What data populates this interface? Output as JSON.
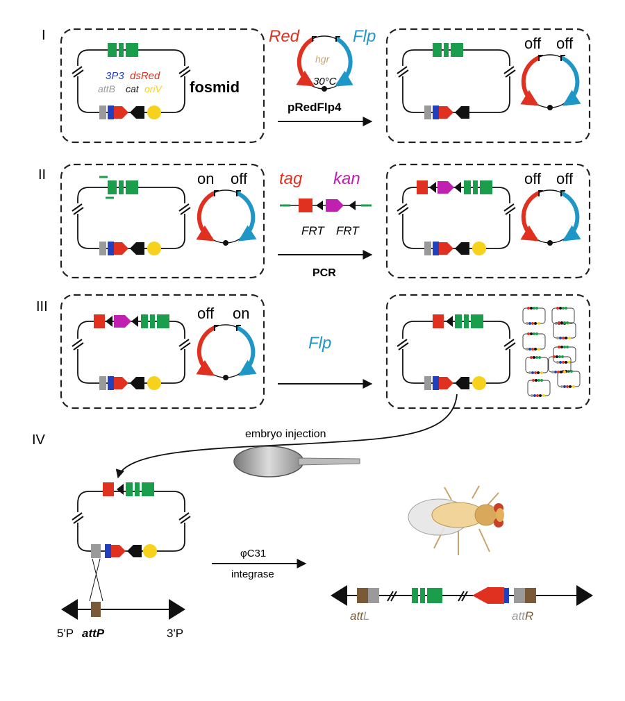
{
  "colors": {
    "green": "#1a9e4b",
    "red": "#e03020",
    "blue": "#2040c0",
    "gray": "#9a9a9a",
    "black": "#111111",
    "yellow": "#f6d21c",
    "magenta": "#c020b0",
    "cyan": "#1f97c6",
    "tan": "#c9a46a",
    "brown": "#7a5a36"
  },
  "steps": {
    "I": {
      "numeral": "I",
      "marker_3p3": "3P3",
      "marker_dsred": "dsRed",
      "label_attb": "attB",
      "label_cat": "cat",
      "label_oriv": "oriV",
      "fosmid": "fosmid",
      "red": "Red",
      "flp": "Flp",
      "hgr": "hgr",
      "temp": "30°C",
      "plasmid": "pRedFlp4",
      "state_left": "off",
      "state_right": "off"
    },
    "II": {
      "numeral": "II",
      "state_left_before": "on",
      "state_right_before": "off",
      "tag": "tag",
      "kan": "kan",
      "frt1": "FRT",
      "frt2": "FRT",
      "method": "PCR",
      "state_left_after": "off",
      "state_right_after": "off"
    },
    "III": {
      "numeral": "III",
      "state_left": "off",
      "state_right": "on",
      "flp": "Flp"
    },
    "IV": {
      "numeral": "IV",
      "injection": "embryo injection",
      "enzyme_line1": "φC31",
      "enzyme_line2": "integrase",
      "end5": "5'P",
      "attp": "attP",
      "end3": "3'P",
      "attl_prefix": "att",
      "attl_suffix": "L",
      "attr_prefix": "att",
      "attr_suffix": "R"
    }
  }
}
